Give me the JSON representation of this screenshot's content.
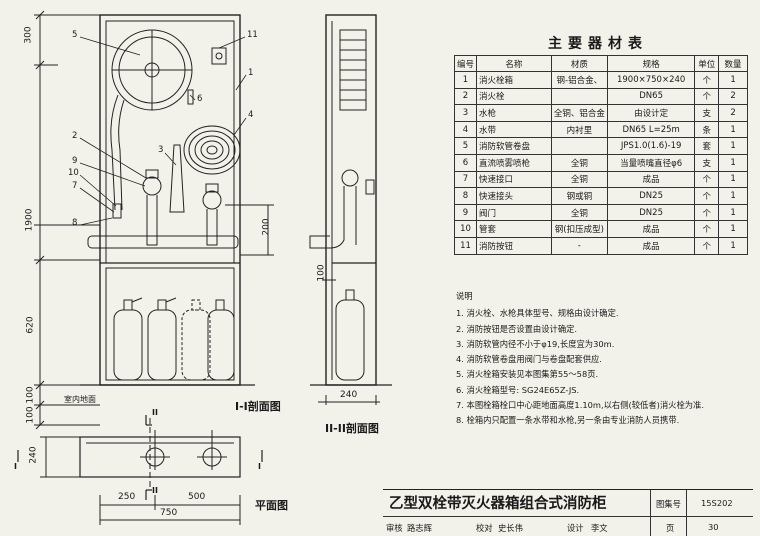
{
  "materials": {
    "title": "主要器材表",
    "headers": [
      "编号",
      "名称",
      "材质",
      "规格",
      "单位",
      "数量"
    ],
    "rows": [
      [
        "1",
        "消火栓箱",
        "钢-铝合金、",
        "1900×750×240",
        "个",
        "1"
      ],
      [
        "2",
        "消火栓",
        "",
        "DN65",
        "个",
        "2"
      ],
      [
        "3",
        "水枪",
        "全铜、铝合金",
        "由设计定",
        "支",
        "2"
      ],
      [
        "4",
        "水带",
        "内衬里",
        "DN65  L=25m",
        "条",
        "1"
      ],
      [
        "5",
        "消防软管卷盘",
        "",
        "JPS1.0(1.6)-19",
        "套",
        "1"
      ],
      [
        "6",
        "直流喷雾喷枪",
        "全铜",
        "当量喷嘴直径φ6",
        "支",
        "1"
      ],
      [
        "7",
        "快速接口",
        "全铜",
        "成品",
        "个",
        "1"
      ],
      [
        "8",
        "快速接头",
        "钢或铜",
        "DN25",
        "个",
        "1"
      ],
      [
        "9",
        "阀门",
        "全铜",
        "DN25",
        "个",
        "1"
      ],
      [
        "10",
        "管套",
        "钢(扣压成型)",
        "成品",
        "个",
        "1"
      ],
      [
        "11",
        "消防按钮",
        "-",
        "成品",
        "个",
        "1"
      ]
    ]
  },
  "notes": {
    "heading": "说明",
    "items": [
      "1. 消火栓、水枪具体型号、规格由设计确定.",
      "2. 消防按钮是否设置由设计确定.",
      "3. 消防软管内径不小于φ19,长度宜为30m.",
      "4. 消防软管卷盘用阀门与卷盘配套供应.",
      "5. 消火栓箱安装见本图集第55～58页.",
      "6. 消火栓箱型号: SG24E65Z-JS.",
      "7. 本图栓箱栓口中心距地面高度1.10m,以右侧(较低者)消火栓为准.",
      "8. 栓箱内只配置一条水带和水枪,另一条由专业消防人员携带."
    ]
  },
  "drawing": {
    "section1_label": "I-I剖面图",
    "section2_label": "II-II剖面图",
    "plan_label": "平面图",
    "floor_label": "室内地面",
    "dims_left": [
      "300",
      "1900",
      "620",
      "100",
      "100"
    ],
    "dim_200": "200",
    "dim_100_side": "100",
    "dim_240_side": "240",
    "dim_240_plan": "240",
    "dims_plan": [
      "250",
      "500",
      "750"
    ],
    "section_marks": [
      "II",
      "II",
      "I",
      "I"
    ],
    "callouts": [
      "5",
      "11",
      "1",
      "6",
      "4",
      "2",
      "3",
      "9",
      "10",
      "7",
      "8"
    ]
  },
  "titleblock": {
    "title": "乙型双栓带灭火器箱组合式消防柜",
    "atlas_label": "图集号",
    "atlas_no": "15S202",
    "review_label": "审核",
    "review_name": "路志辉",
    "check_label": "校对",
    "check_name": "史长伟",
    "design_label": "设计",
    "design_name": "李文",
    "page_label": "页",
    "page_no": "30"
  }
}
